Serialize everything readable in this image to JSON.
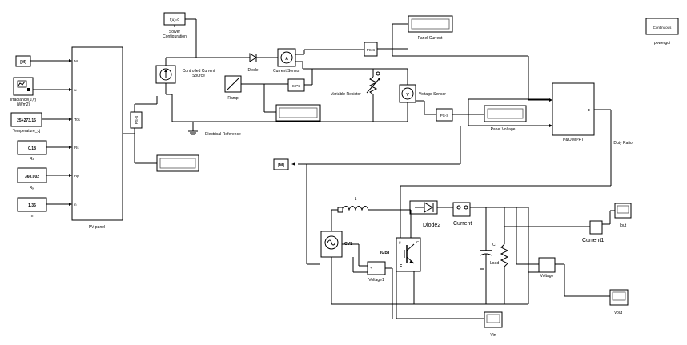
{
  "constants": {
    "m_in": "[M]",
    "temperature": "25+273.15",
    "rs": "0.18",
    "rp": "360.002",
    "n": "1.36",
    "m_goto": "[M]",
    "pv_const": "f(u)=0"
  },
  "labels": {
    "irradiance": "Irradiance(u,v)",
    "irradiance_units": "(W/m2)",
    "temperature": "Temperature_cj",
    "rs": "Rs",
    "rp": "Rp",
    "n": "n",
    "pv_panel": "PV panel",
    "solver_config": "Solver",
    "solver_config2": "Configuration",
    "controlled_current": "Controlled Current",
    "controlled_current2": "Source",
    "diode": "Diode",
    "current_sensor": "Current Sensor",
    "ramp": "Ramp",
    "variable_resistor": "Variable Resistor",
    "voltage_sensor": "Voltage Sensor",
    "electrical_reference": "Electrical Reference",
    "panel_current": "Panel Current",
    "panel_voltage": "Panel Voltage",
    "pando_mppt": "P&O MPPT",
    "duty_ratio": "Duty Ratio",
    "continuous": "Continuous",
    "powergui": "powergui",
    "inductor": "L",
    "diode2": "Diode2",
    "current": "Current",
    "current1": "Current1",
    "capacitor": "C",
    "load": "Load",
    "igbt": "IGBT",
    "cvs": "CVS",
    "voltage1": "Voltage1",
    "voltage": "Voltage",
    "iout": "Iout",
    "vout": "Vout",
    "vin": "Vin"
  },
  "ports": {
    "pv_in": [
      "M",
      "u",
      "Tcs",
      "Rs",
      "Rp",
      "n"
    ],
    "ps_s": "PS-S",
    "s_ps": "S-PS",
    "mppt_d": "D",
    "igbt_g": "g",
    "igbt_c": "C",
    "igbt_e": "E"
  }
}
